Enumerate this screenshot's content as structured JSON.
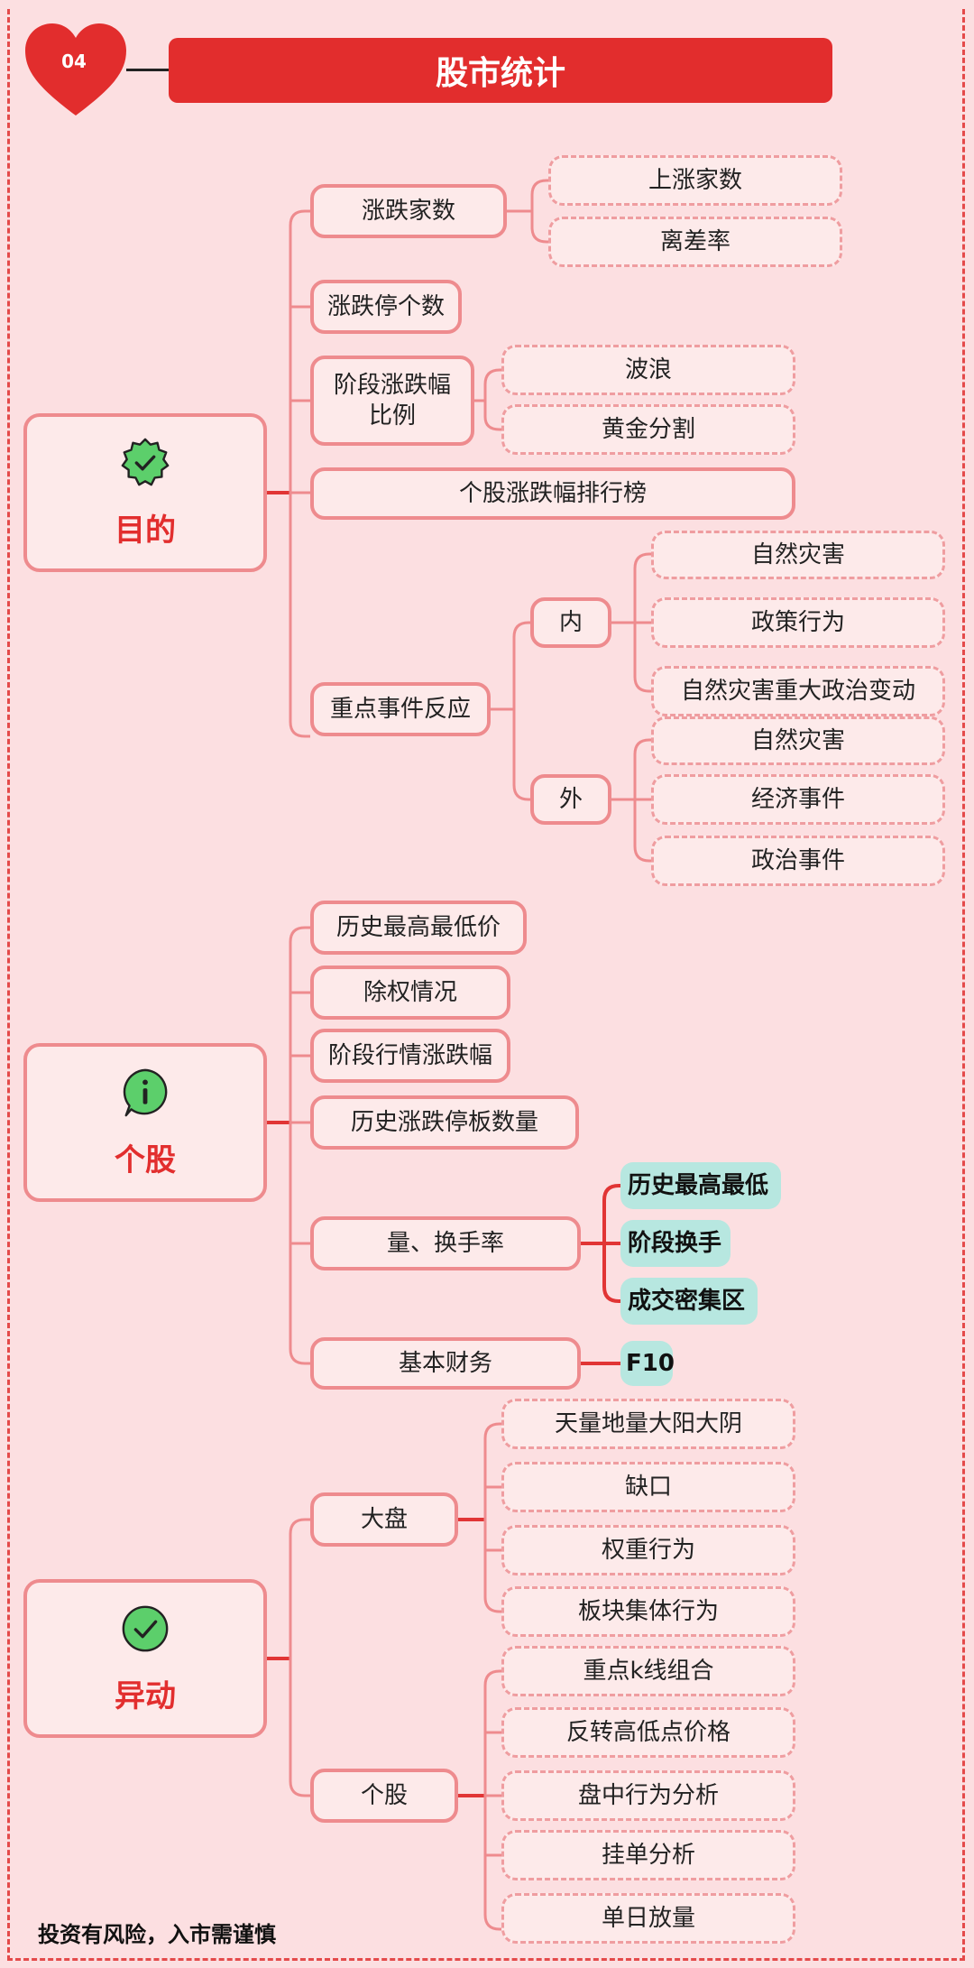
{
  "header": {
    "number": "04",
    "title": "股市统计"
  },
  "footer": {
    "disclaimer": "投资有风险，入市需谨慎"
  },
  "sections": {
    "purpose": {
      "label": "目的",
      "updown_count": {
        "label": "涨跌家数",
        "children": [
          "上涨家数",
          "离差率"
        ]
      },
      "limit_count": {
        "label": "涨跌停个数"
      },
      "stage_ratio": {
        "label_line1": "阶段涨跌幅",
        "label_line2": "比例",
        "children": [
          "波浪",
          "黄金分割"
        ]
      },
      "ranking": {
        "label": "个股涨跌幅排行榜"
      },
      "event_reaction": {
        "label": "重点事件反应",
        "internal": {
          "label": "内",
          "children": [
            "自然灾害",
            "政策行为",
            "自然灾害重大政治变动"
          ]
        },
        "external": {
          "label": "外",
          "children": [
            "自然灾害",
            "经济事件",
            "政治事件"
          ]
        }
      }
    },
    "stock": {
      "label": "个股",
      "items": [
        "历史最高最低价",
        "除权情况",
        "阶段行情涨跌幅",
        "历史涨跌停板数量"
      ],
      "volume": {
        "label": "量、换手率",
        "children": [
          "历史最高最低",
          "阶段换手",
          "成交密集区"
        ]
      },
      "finance": {
        "label": "基本财务",
        "children": [
          "F10"
        ]
      }
    },
    "abnormal": {
      "label": "异动",
      "market": {
        "label": "大盘",
        "children": [
          "天量地量大阳大阴",
          "缺口",
          "权重行为",
          "板块集体行为"
        ]
      },
      "stock": {
        "label": "个股",
        "children": [
          "重点k线组合",
          "反转高低点价格",
          "盘中行为分析",
          "挂单分析",
          "单日放量"
        ]
      }
    }
  },
  "colors": {
    "accent": "#e22d2d",
    "node_border": "#ee8b8e",
    "node_fill": "#fdeaea",
    "highlight": "#b7e7e0",
    "background": "#fcdfe1"
  }
}
